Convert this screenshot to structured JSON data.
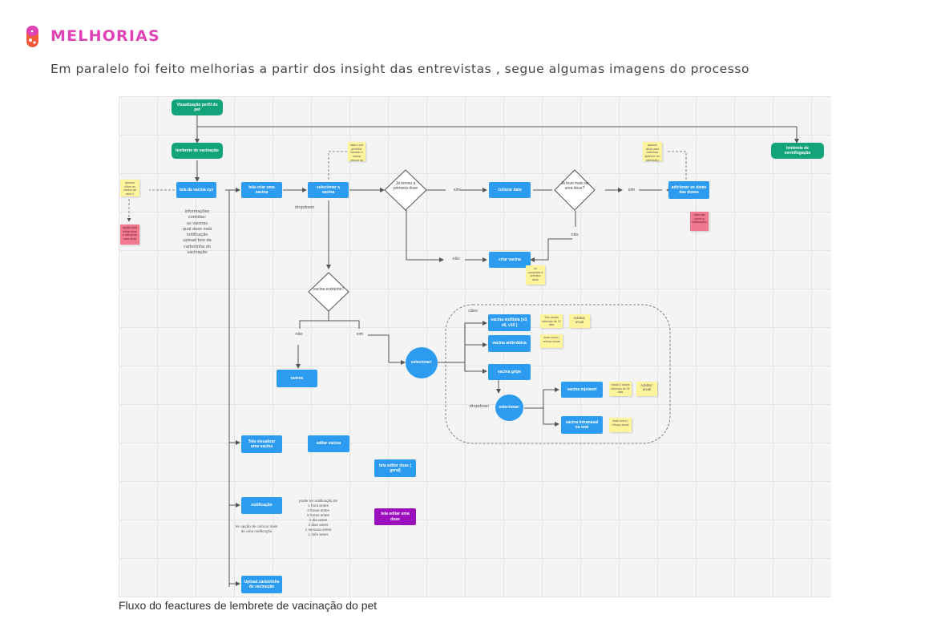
{
  "header": {
    "title": "MELHORIAS",
    "accent_color": "#e043b5",
    "icon": "pill-icon"
  },
  "subtitle": "Em paralelo foi feito melhorias a partir dos insight das entrevistas , segue algumas imagens do processo",
  "caption": "Fluxo do feactures de lembrete de vacinação do pet",
  "diagram": {
    "nodes": {
      "visualizacao": "Visualização perfil do pet",
      "lembrete_vacinacao": "lembrete de vacinação",
      "lembrete_vermifugacao": "lembrete de vermifugação",
      "tela_vacina": "tela da vacina xyz",
      "tela_criar": "tela criar uma vacina",
      "selecionar_vacina": "selecionar a vacina",
      "colocar_data": "colocar data",
      "adicionar_datas": "adicionar as datas das doses",
      "criar_vacina": "criar vacina",
      "outros": "outros",
      "vacina_multipla": "vacina múltipla (v3, v8, v10 )",
      "vacina_antirrabica": "vacina antirrábica",
      "vacina_gripe": "vacina gripe",
      "vacina_injetavel": "vacina injetavel",
      "vacina_intranasal": "vacina intranasal ou oral",
      "selecionar_1": "selecionar:",
      "selecionar_2": "selecionar:",
      "tela_visualizar": "Tela visualizar uma vacina",
      "editar_vacina": "editar vacina",
      "tela_editor_dose": "tela editor dose ( geral)",
      "notificacao": "notificação",
      "tela_editar_dose": "tela editar uma dose",
      "upload": "Upload carteirinha de vacinação"
    },
    "decisions": {
      "ja_tomou": "Já tomou a primeira dose",
      "ja_teve": "Já teve mais de uma dose?",
      "vacina_existente": "vacina existente?"
    },
    "labels": {
      "sim_1": "sim",
      "sim_2": "sim",
      "sim_3": "sim",
      "nao_1": "não",
      "nao_2": "não",
      "nao_3": "não",
      "dropdown_1": "dropdown",
      "dropdown_2": "dropdown",
      "caes": "cães",
      "informacoes": "informações\ncomidas:\nas vacinas\nqual dose está\nnotificação\nupload foto da\ncarteirinha de\nvacinação",
      "notificacao_opcoes": "poder ter notificação de\n1 hora antes\n2 horas antes\n5 horas antes\n1 dia antes\n2 dias antes\n1 semana antes\n1 mês antes",
      "notificacao_mais": "ter opção de colocar mais\nde uma notificação"
    },
    "stickies": {
      "s_tela_vacina": "quando clicar na vacina vai abrir o detalhe da vacina",
      "s_pink_left": "opção para editar dose e adicionar nova dose",
      "s_top_mid": "caso o pet já tenha tomado a vacina marcar as datas",
      "s_top_right": "quando clicar para adicionar aparece um calendário",
      "s_pink_right": "data das doses e notificações",
      "s_criar": "se completar a primeira dose",
      "s_multipla_1": "Três doses intervalo de 21 dias",
      "s_multipla_2": "Adultos: anual",
      "s_antirrabica": "dose única | reforço anual",
      "s_injetavel_1": "Inicial 2 doses intervalo de 21 dias",
      "s_injetavel_2": "Adultos: anual",
      "s_intranasal": "dose única | reforço anual"
    }
  }
}
